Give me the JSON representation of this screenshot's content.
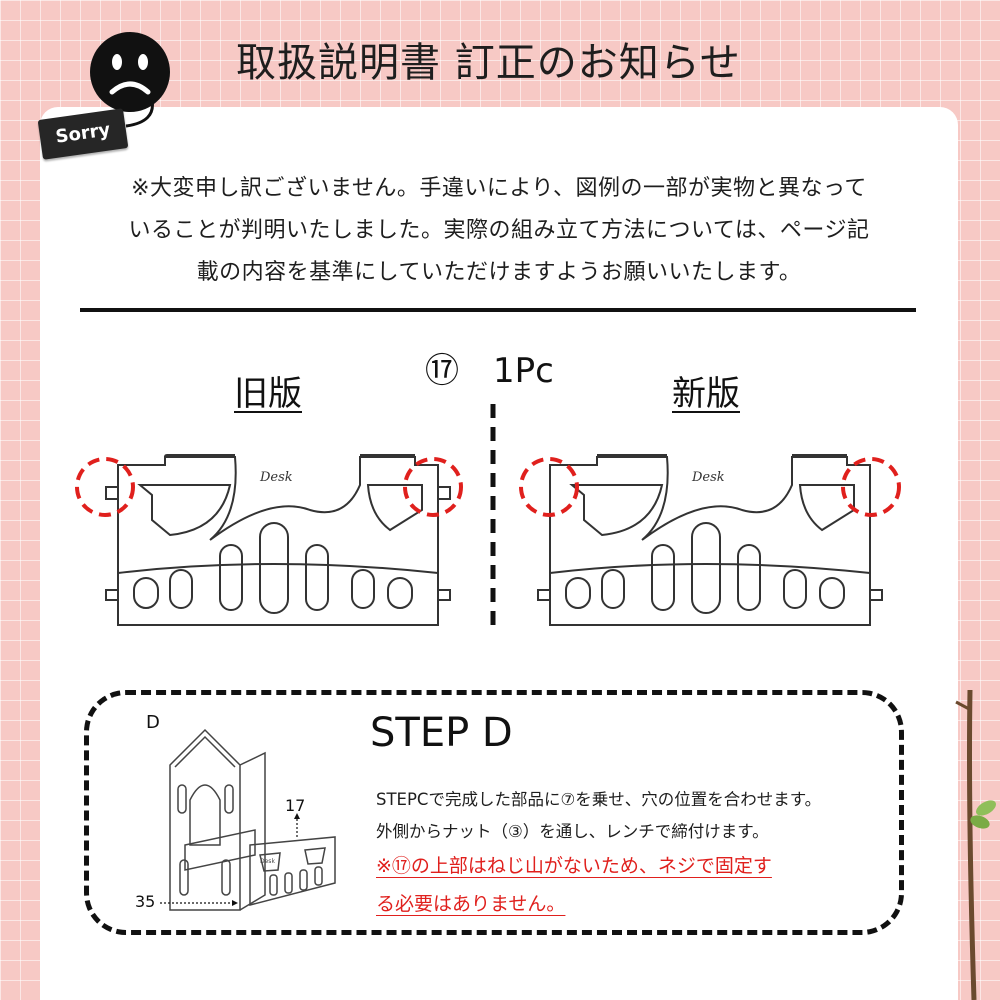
{
  "header": {
    "title": "取扱説明書 訂正のお知らせ"
  },
  "badge": {
    "label": "Sorry"
  },
  "notice": {
    "lines": [
      "※大変申し訳ございません。手違いにより、図例の一部が実物と異なって",
      "いることが判明いたしました。実際の組み立て方法については、ページ記",
      "載の内容を基準にしていただけますようお願いいたします。"
    ]
  },
  "comparison": {
    "part": "⑰　1Pc",
    "old_label": "旧版",
    "new_label": "新版",
    "panel_text": "Desk"
  },
  "step": {
    "diagram_letter": "D",
    "title": "STEP D",
    "lines": [
      "STEPCで完成した部品に⑦を乗せ、穴の位置を合わせます。",
      "外側からナット（③）を通し、レンチで締付けます。"
    ],
    "note_lines": [
      "※⑰の上部はねじ山がないため、ネジで固定す",
      "る必要はありません。"
    ],
    "dim_upper": "17",
    "dim_lower": "35"
  },
  "colors": {
    "background": "#f7c9c5",
    "card": "#ffffff",
    "highlight_red": "#e0201d",
    "ink": "#111111"
  },
  "icons": [
    "sad-face-icon",
    "sorry-tag-icon",
    "branch-decoration-icon"
  ]
}
